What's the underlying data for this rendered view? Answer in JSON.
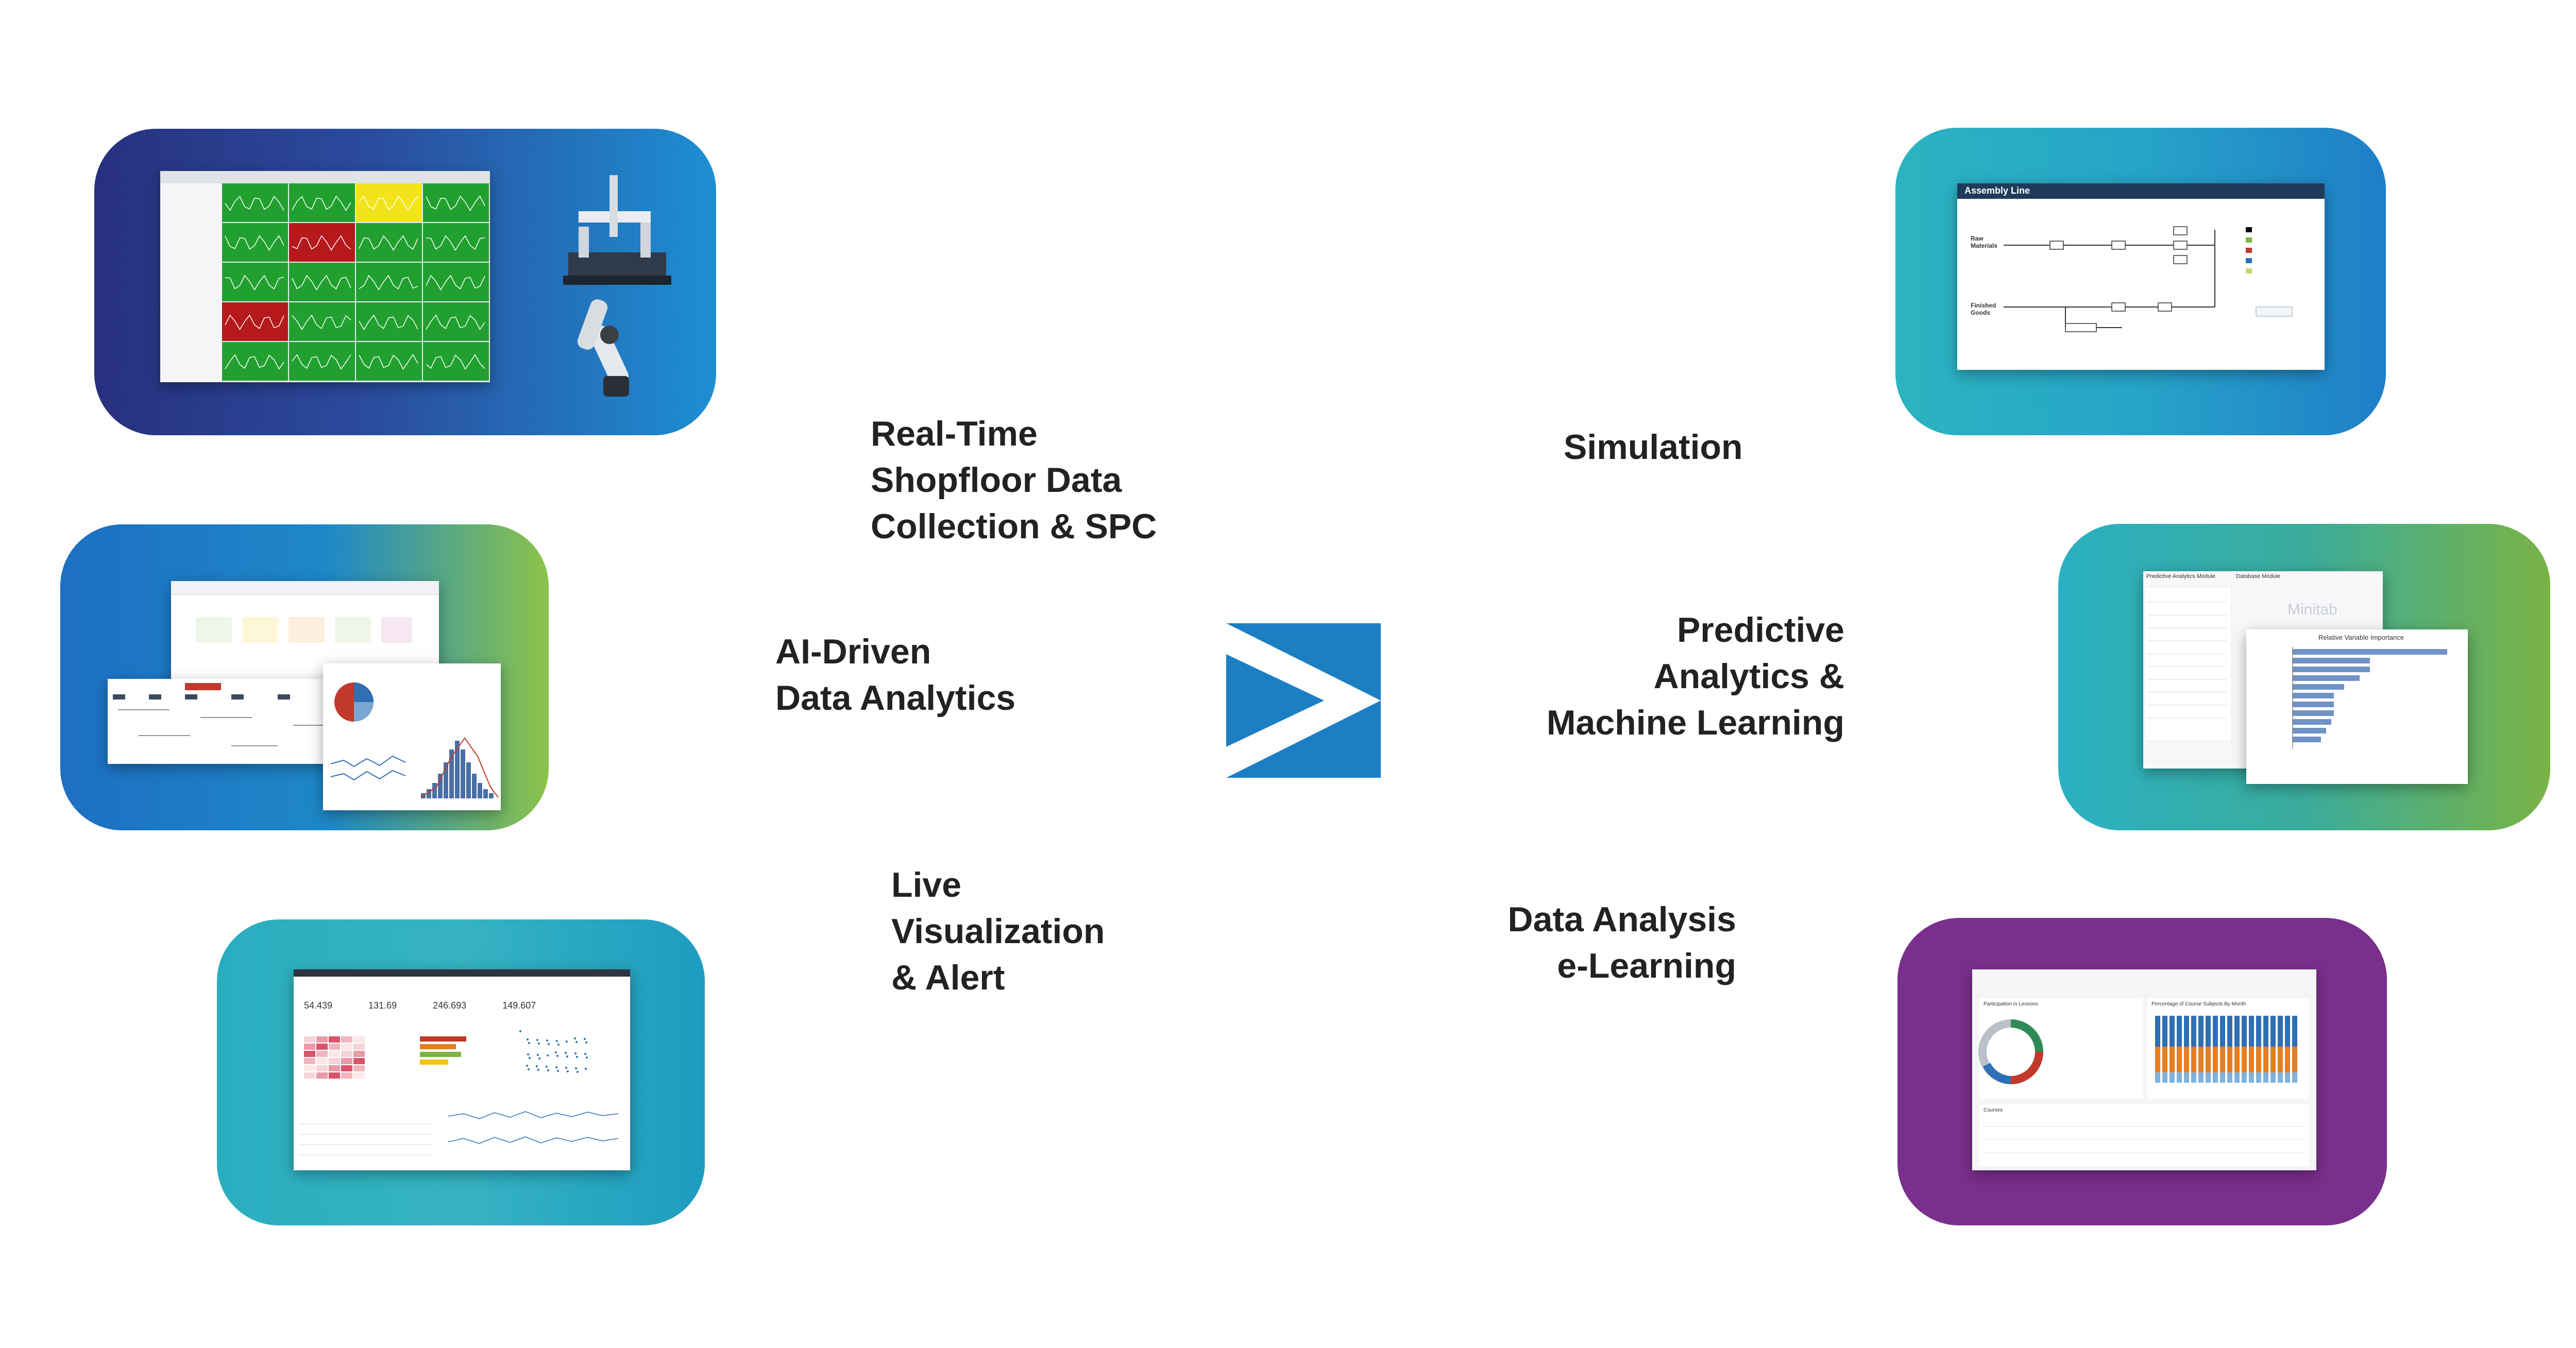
{
  "labels": {
    "shopfloor": "Real-Time\nShopfloor Data\nCollection & SPC",
    "ai": "AI-Driven\nData Analytics",
    "visualization": "Live\nVisualization\n& Alert",
    "simulation": "Simulation",
    "predictive": "Predictive\nAnalytics &\nMachine Learning",
    "elearning": "Data Analysis\ne-Learning"
  },
  "screens": {
    "simulation_title": "Assembly Line",
    "simulation_raw": "Raw\nMaterials",
    "simulation_finished": "Finished\nGoods",
    "predictive_tab1": "Predictive Analytics Module",
    "predictive_tab2": "Database Module",
    "predictive_brand": "Minitab",
    "predictive_chart_title": "Relative Variable Importance",
    "dashboard_values": [
      "54.439",
      "131.69",
      "246.693",
      "149.607"
    ],
    "elearning_panel1": "Participation in Lessons",
    "elearning_panel2": "Percentage of Course Subjects By Month",
    "elearning_courses": "Courses"
  },
  "colors": {
    "accent_blue": "#1c7fc4",
    "purple": "#7a2f8c",
    "green_cell": "#21a030",
    "yellow_cell": "#f2e41a",
    "red_cell": "#b5191c"
  }
}
